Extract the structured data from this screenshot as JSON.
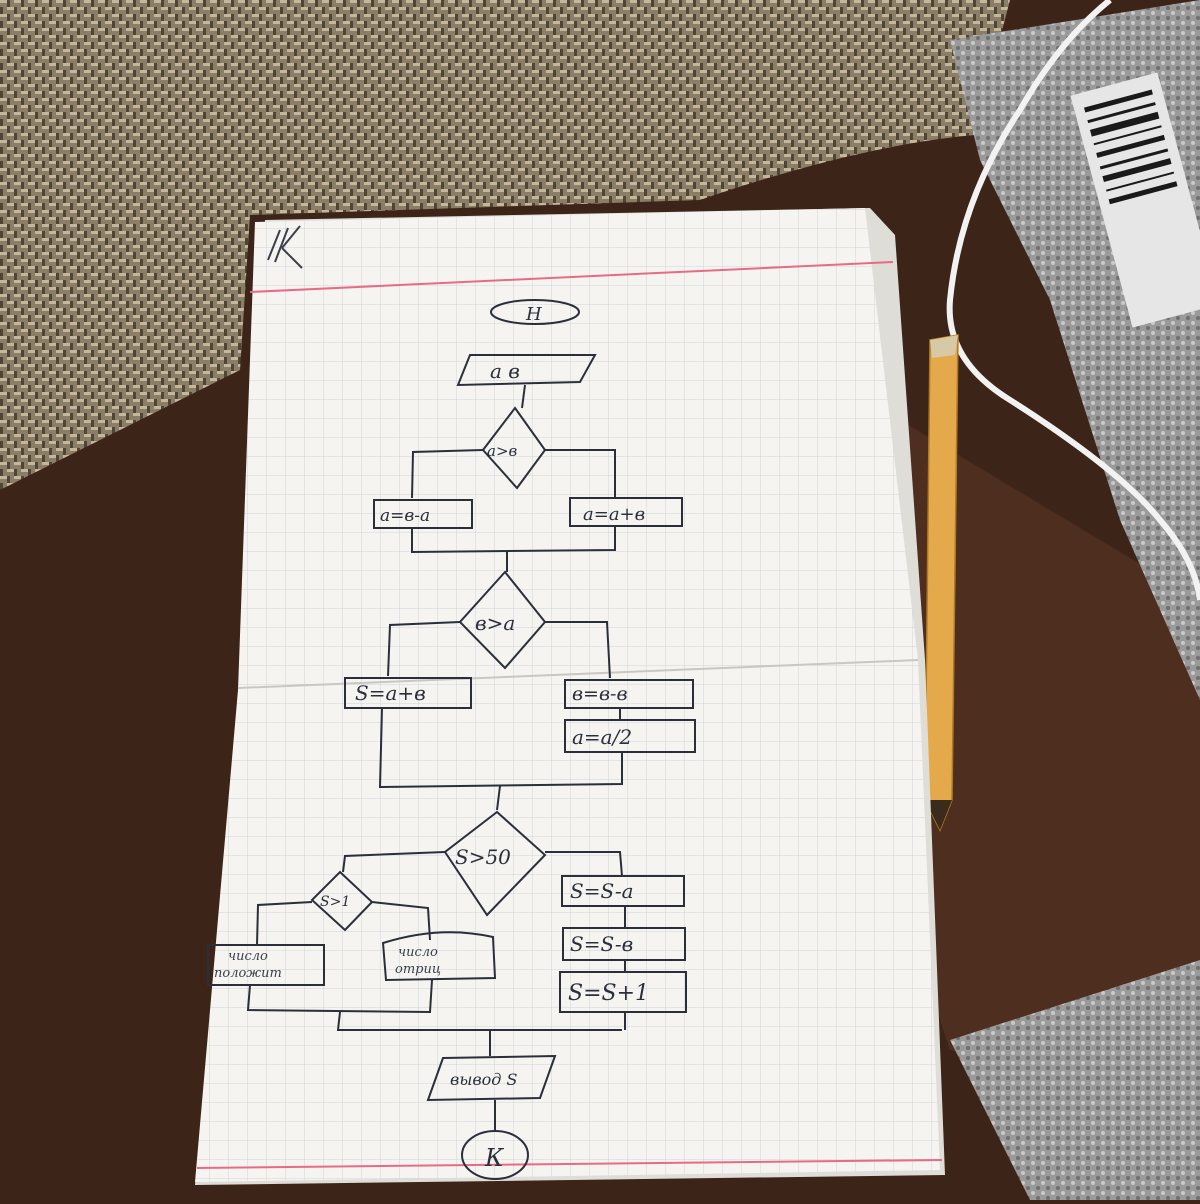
{
  "photo": {
    "corner_mark": "К",
    "backdrop_colors": {
      "mat": "#8b7e68",
      "table": "#3d2418",
      "paper": "#f5f4f1",
      "grid": "#cfd3da",
      "margin_line": "#e86b86",
      "pencil": "#e3a94a",
      "ink": "#2a2f3a"
    }
  },
  "flowchart": {
    "start": "Н",
    "input": "a  в",
    "cond1": "a>в",
    "cond1_left": "a=в-a",
    "cond1_right": "a=a+в",
    "cond2": "в>a",
    "cond2_left": "S=a+в",
    "cond2_right1": "в=в-в",
    "cond2_right2": "a=a/2",
    "cond3": "S>50",
    "cond4": "S>1",
    "out_positive_1": "число",
    "out_positive_2": "положит",
    "out_negative_1": "число",
    "out_negative_2": "отриц",
    "right_step1": "S=S-a",
    "right_step2": "S=S-в",
    "right_step3": "S=S+1",
    "output": "вывод S",
    "end": "К"
  }
}
